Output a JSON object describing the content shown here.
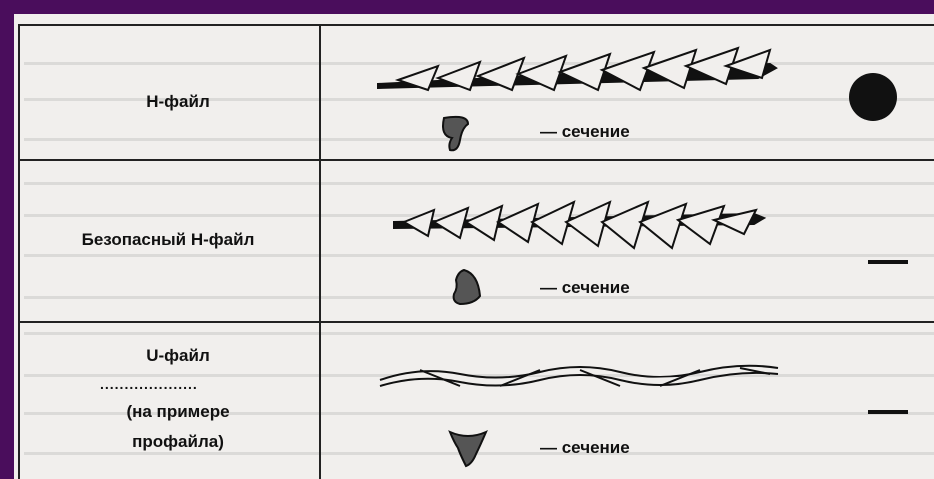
{
  "rows": [
    {
      "name": "H-файл",
      "section_label": "— сечение"
    },
    {
      "name": "Безопасный Н-файл",
      "section_label": "— сечение"
    },
    {
      "name": "U-файл",
      "dots": "....................",
      "note_line1": "(на примере",
      "note_line2": "профайла)",
      "section_label": "— сечение"
    }
  ],
  "colors": {
    "border": "#4a0d5c",
    "paper": "#f1efed",
    "ink": "#111111"
  },
  "icons": [
    "h-file-drawing",
    "safe-h-file-drawing",
    "u-file-drawing",
    "cross-section-icon",
    "filled-circle-icon",
    "dash-icon"
  ]
}
